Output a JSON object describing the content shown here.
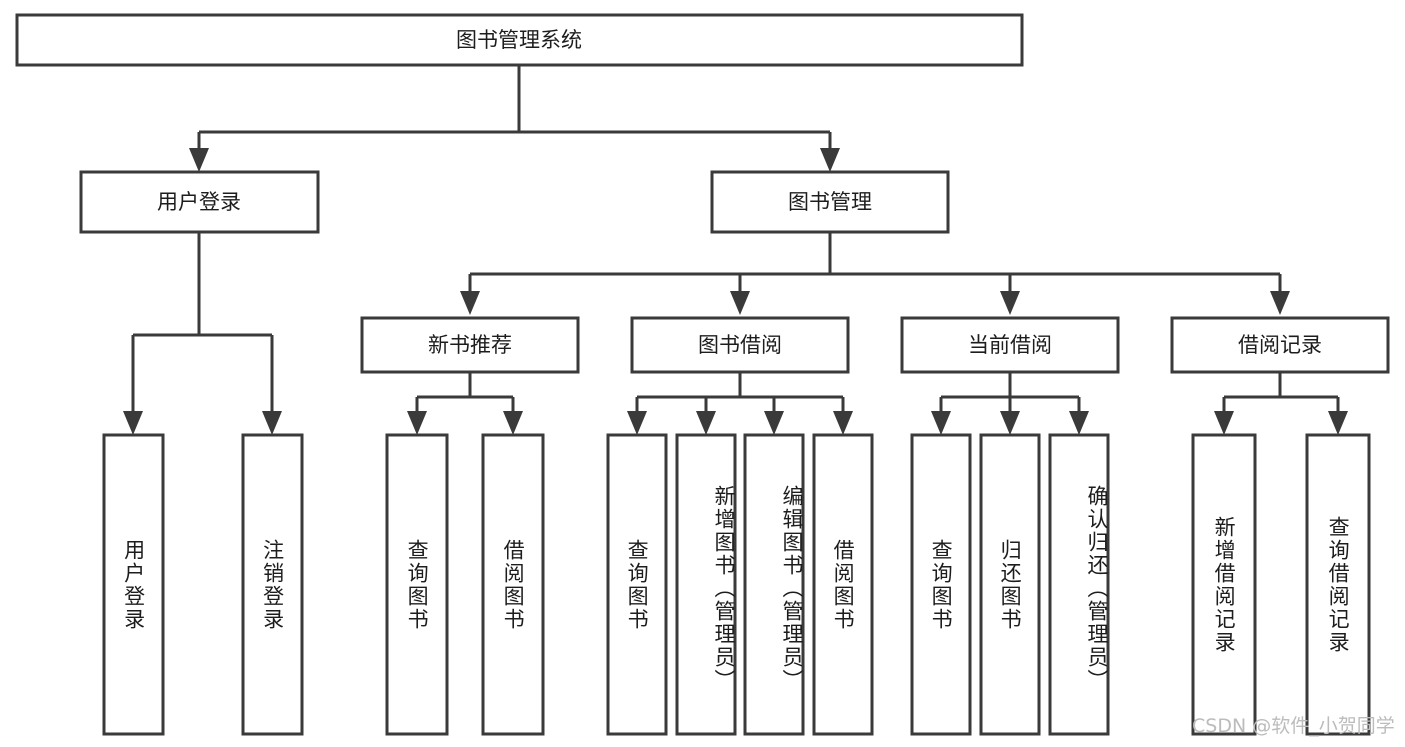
{
  "diagram": {
    "title": "图书管理系统",
    "watermark": "CSDN @软件_小贺同学",
    "colors": {
      "stroke": "#3a3a3a",
      "fill": "#ffffff",
      "text": "#1d1d1d",
      "watermark": "#bcbcbc"
    },
    "root": {
      "label": "图书管理系统"
    },
    "level2": [
      {
        "label": "用户登录"
      },
      {
        "label": "图书管理"
      }
    ],
    "level3": [
      {
        "label": "新书推荐"
      },
      {
        "label": "图书借阅"
      },
      {
        "label": "当前借阅"
      },
      {
        "label": "借阅记录"
      }
    ],
    "leaves": {
      "user_login": [
        {
          "label": "用户登录"
        },
        {
          "label": "注销登录"
        }
      ],
      "new_book_rec": [
        {
          "label": "查询图书"
        },
        {
          "label": "借阅图书"
        }
      ],
      "book_borrow": [
        {
          "label": "查询图书"
        },
        {
          "label": "新增图书（管理员）"
        },
        {
          "label": "编辑图书（管理员）"
        },
        {
          "label": "借阅图书"
        }
      ],
      "current_borrow": [
        {
          "label": "查询图书"
        },
        {
          "label": "归还图书"
        },
        {
          "label": "确认归还（管理员）"
        }
      ],
      "borrow_record": [
        {
          "label": "新增借阅记录"
        },
        {
          "label": "查询借阅记录"
        }
      ]
    }
  }
}
